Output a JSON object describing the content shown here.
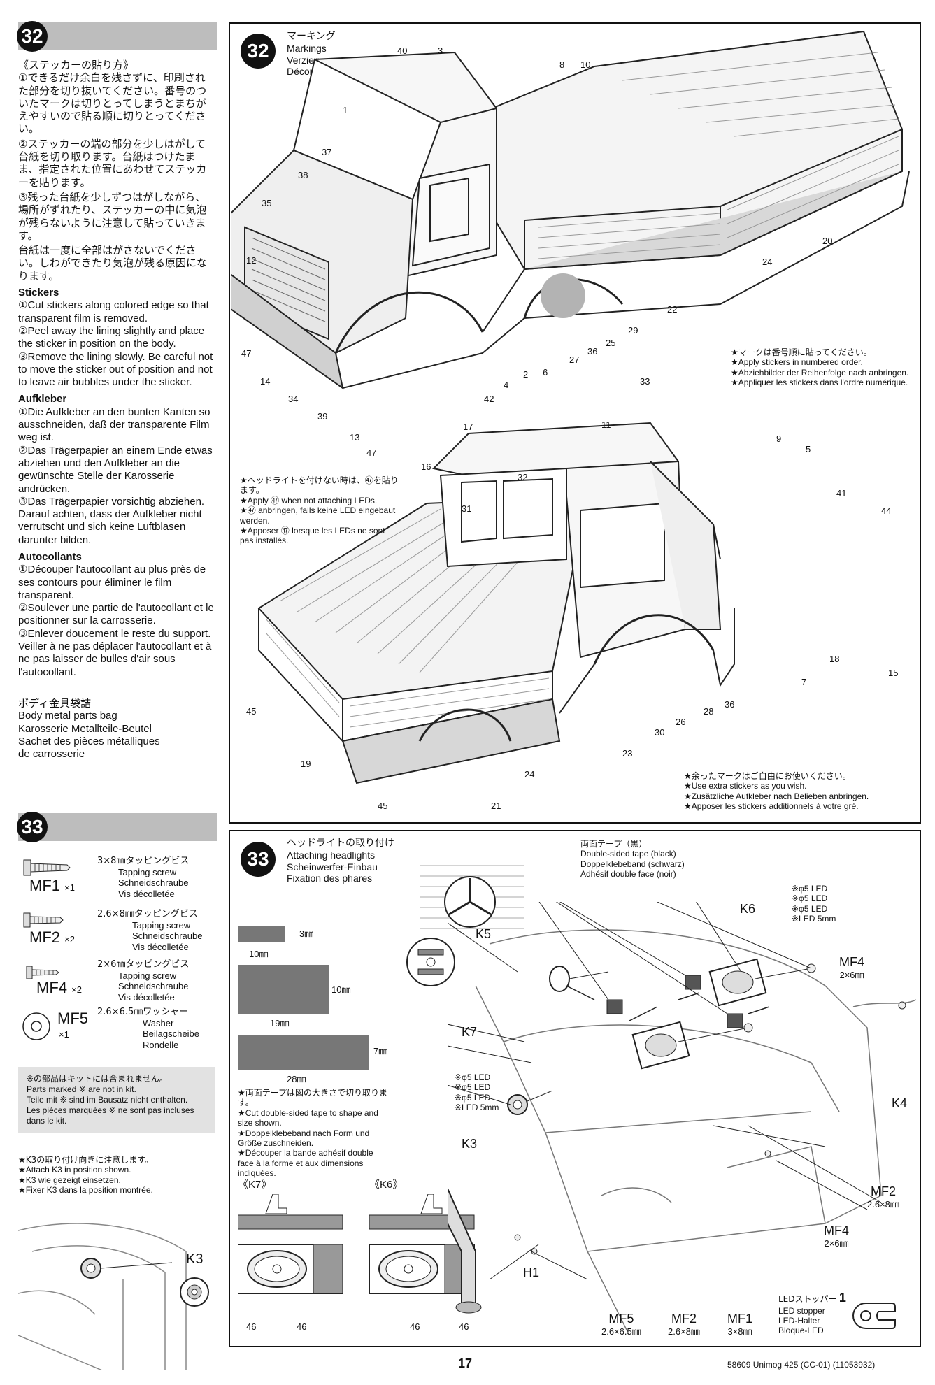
{
  "page_number": "17",
  "footer_code": "58609 Unimog 425 (CC-01) (11053932)",
  "step32": {
    "number": "32",
    "sticker_heading_jp": "《ステッカーの貼り方》",
    "sticker_jp": [
      "①できるだけ余白を残さずに、印刷された部分を切り抜いてください。番号のついたマークは切りとってしまうとまちがえやすいので貼る順に切りとってください。",
      "②ステッカーの端の部分を少しはがして台紙を切り取ります。台紙はつけたまま、指定された位置にあわせてステッカーを貼ります。",
      "③残った台紙を少しずつはがしながら、場所がずれたり、ステッカーの中に気泡が残らないように注意して貼っていきます。",
      "台紙は一度に全部はがさないでください。しわができたり気泡が残る原因になります。"
    ],
    "stickers_title": "Stickers",
    "stickers_en": [
      "①Cut stickers along colored edge so that transparent film is removed.",
      "②Peel away the lining slightly and place the sticker in position on the body.",
      "③Remove the lining slowly. Be careful not to move the sticker out of position and not to leave air bubbles under the sticker."
    ],
    "aufkleber_title": "Aufkleber",
    "aufkleber_de": [
      "①Die Aufkleber an den bunten Kanten so ausschneiden, daß der transparente Film weg ist.",
      "②Das Trägerpapier an einem Ende etwas abziehen und den Aufkleber an die gewünschte Stelle der Karosserie andrücken.",
      "③Das Trägerpapier vorsichtig abziehen. Darauf achten, dass der Aufkleber nicht verrutscht und sich keine Luftblasen darunter bilden."
    ],
    "autocollants_title": "Autocollants",
    "autocollants_fr": [
      "①Découper l'autocollant au plus près de ses contours pour éliminer le film transparent.",
      "②Soulever une partie de l'autocollant et le positionner sur la carrosserie.",
      "③Enlever doucement le reste du support. Veiller à ne pas déplacer l'autocollant et à ne pas laisser de bulles d'air sous l'autocollant."
    ],
    "bag_labels": [
      "ボディ金具袋詰",
      "Body metal parts bag",
      "Karosserie Metallteile-Beutel",
      "Sachet des pièces métalliques",
      "de carrosserie"
    ],
    "panel_title": [
      "マーキング",
      "Markings",
      "Verzierung",
      "Décoration"
    ],
    "order_note": [
      "★マークは番号順に貼ってください。",
      "★Apply stickers in numbered order.",
      "★Abziehbilder der Reihenfolge nach anbringen.",
      "★Appliquer les stickers dans l'ordre numérique."
    ],
    "led_note": [
      "★ヘッドライトを付けない時は、㊼を貼ります。",
      "★Apply ㊼ when not attaching LEDs.",
      "★㊼ anbringen, falls keine LED eingebaut werden.",
      "★Apposer ㊼ lorsque les LEDs ne sont pas installés."
    ],
    "extra_note": [
      "★余ったマークはご自由にお使いください。",
      "★Use extra stickers as you wish.",
      "★Zusätzliche Aufkleber nach Belieben anbringen.",
      "★Apposer les stickers additionnels à votre gré."
    ],
    "callouts_top": [
      "40",
      "3",
      "8",
      "10",
      "1",
      "37",
      "38",
      "35",
      "12",
      "47",
      "14",
      "34",
      "39",
      "13",
      "47",
      "16",
      "44",
      "17",
      "42",
      "4",
      "2",
      "6",
      "27",
      "36",
      "25",
      "29",
      "22",
      "24",
      "20"
    ],
    "callouts_bottom": [
      "11",
      "33",
      "9",
      "5",
      "32",
      "31",
      "41",
      "44",
      "45",
      "19",
      "45",
      "21",
      "24",
      "23",
      "30",
      "26",
      "28",
      "36",
      "7",
      "18",
      "15"
    ]
  },
  "step33": {
    "number": "33",
    "parts": [
      {
        "code": "MF1",
        "qty": "×1",
        "jp": "3×8㎜タッピングビス",
        "en": "Tapping screw",
        "de": "Schneidschraube",
        "fr": "Vis décolletée"
      },
      {
        "code": "MF2",
        "qty": "×2",
        "jp": "2.6×8㎜タッピングビス",
        "en": "Tapping screw",
        "de": "Schneidschraube",
        "fr": "Vis décolletée"
      },
      {
        "code": "MF4",
        "qty": "×2",
        "jp": "2×6㎜タッピングビス",
        "en": "Tapping screw",
        "de": "Schneidschraube",
        "fr": "Vis décolletée"
      },
      {
        "code": "MF5",
        "qty": "×1",
        "jp": "2.6×6.5㎜ワッシャー",
        "en": "Washer",
        "de": "Beilagscheibe",
        "fr": "Rondelle"
      }
    ],
    "notinkit": [
      "※の部品はキットには含まれません。",
      "Parts marked ※ are not in kit.",
      "Teile mit ※ sind im Bausatz nicht enthalten.",
      "Les pièces marquées ※ ne sont pas incluses dans le kit."
    ],
    "k3note": [
      "★K3の取り付け向きに注意します。",
      "★Attach K3 in position shown.",
      "★K3 wie gezeigt einsetzen.",
      "★Fixer K3 dans la position montrée."
    ],
    "k3_label": "K3",
    "panel_title": [
      "ヘッドライトの取り付け",
      "Attaching headlights",
      "Scheinwerfer-Einbau",
      "Fixation des phares"
    ],
    "tape_dims": {
      "w1": "10㎜",
      "h1": "3㎜",
      "w2": "19㎜",
      "h2": "10㎜",
      "w3": "28㎜",
      "h3": "7㎜"
    },
    "cut_note": [
      "★両面テープは図の大きさで切り取ります。",
      "★Cut double-sided tape to shape and size shown.",
      "★Doppelklebeband nach Form und Größe zuschneiden.",
      "★Découper la bande adhésif double face à la forme et aux dimensions indiquées."
    ],
    "k7_label": "《K7》",
    "k6_label": "《K6》",
    "sticker46": "46",
    "tape_label": [
      "両面テープ（黒）",
      "Double-sided tape (black)",
      "Doppelklebeband (schwarz)",
      "Adhésif double face (noir)"
    ],
    "led_label": [
      "※φ5 LED",
      "※φ5 LED",
      "※φ5 LED",
      "※LED 5mm"
    ],
    "diagram_labels": {
      "K5": "K5",
      "K6": "K6",
      "K7": "K7",
      "K4": "K4",
      "K3": "K3",
      "H1": "H1",
      "MF4a": "MF4",
      "MF4a_size": "2×6㎜",
      "MF2r": "MF2",
      "MF2r_size": "2.6×8㎜",
      "MF4b": "MF4",
      "MF4b_size": "2×6㎜",
      "MF5": "MF5",
      "MF5_size": "2.6×6.5㎜",
      "MF2b": "MF2",
      "MF2b_size": "2.6×8㎜",
      "MF1": "MF1",
      "MF1_size": "3×8㎜"
    },
    "led_stopper": [
      "LEDストッパー",
      "1",
      "LED stopper",
      "LED-Halter",
      "Bloque-LED"
    ]
  }
}
